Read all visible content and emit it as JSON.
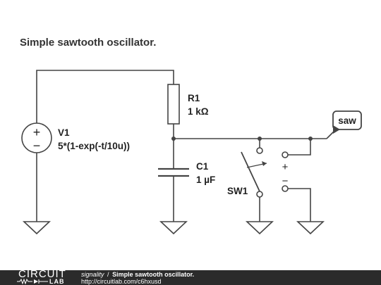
{
  "schematic": {
    "title": "Simple sawtooth oscillator.",
    "components": {
      "v1": {
        "name": "V1",
        "value": "5*(1-exp(-t/10u))",
        "plus": "+",
        "minus": "−"
      },
      "r1": {
        "name": "R1",
        "value": "1 kΩ"
      },
      "c1": {
        "name": "C1",
        "value": "1 µF"
      },
      "sw1": {
        "name": "SW1",
        "plus": "+",
        "minus": "−"
      },
      "probe": {
        "label": "saw"
      }
    }
  },
  "footer": {
    "logo_top": "CIRCUIT",
    "logo_bottom": "LAB",
    "user": "signality",
    "separator": "/",
    "circuit_title": "Simple sawtooth oscillator.",
    "url": "http://circuitlab.com/c6hxusd"
  },
  "colors": {
    "wire": "#444444",
    "text": "#222222",
    "probe_fill": "#ffffff",
    "footer_bg": "#2b2b2b"
  }
}
